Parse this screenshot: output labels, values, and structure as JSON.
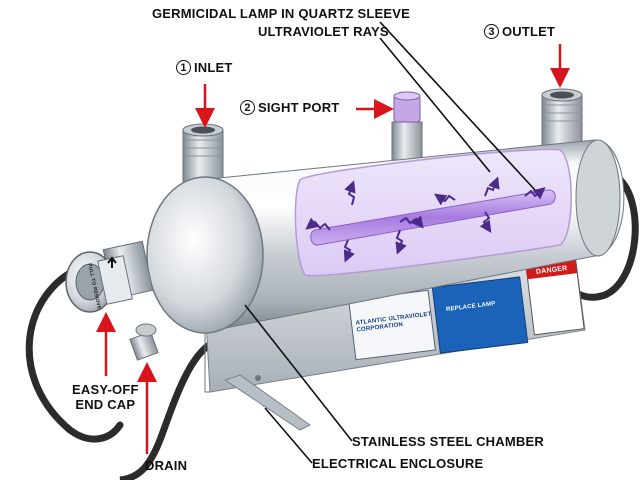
{
  "labels": {
    "germicidal_lamp": "GERMICIDAL LAMP IN QUARTZ SLEEVE",
    "uv_rays": "ULTRAVIOLET RAYS",
    "outlet_num": "3",
    "outlet": "OUTLET",
    "inlet_num": "1",
    "inlet": "INLET",
    "sight_port_num": "2",
    "sight_port": "SIGHT PORT",
    "end_cap_line1": "EASY-OFF",
    "end_cap_line2": "END CAP",
    "drain": "DRAIN",
    "chamber": "STAINLESS STEEL CHAMBER",
    "enclosure": "ELECTRICAL ENCLOSURE"
  },
  "product": {
    "brand_line1": "ATLANTIC",
    "brand_line2": "ULTRAVIOLET",
    "brand_line3": "CORPORATION",
    "replace_lamp": "REPLACE LAMP",
    "danger": "DANGER",
    "cap_text": "PULL TO REMOVE"
  },
  "colors": {
    "arrow": "#d8141c",
    "uv_glow": "#b98ee8",
    "uv_wave": "#4b2a8a",
    "steel_light": "#f4f6f8",
    "steel_dark": "#8c949c",
    "danger_red": "#d11a1a"
  }
}
